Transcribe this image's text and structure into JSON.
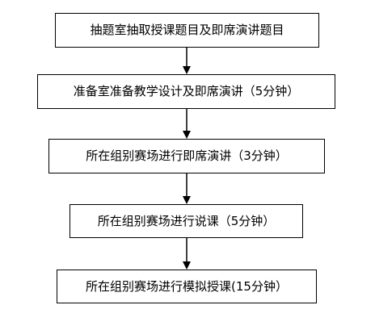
{
  "flowchart": {
    "steps": [
      {
        "label": "抽题室抽取授课题目及即席演讲题目"
      },
      {
        "label": "准备室准备教学设计及即席演讲（5分钟）"
      },
      {
        "label": "所在组别赛场进行即席演讲（3分钟）"
      },
      {
        "label": "所在组别赛场进行说课（5分钟）"
      },
      {
        "label": "所在组别赛场进行模拟授课(15分钟）"
      }
    ]
  },
  "colors": {
    "line": "#000000",
    "box_fill": "#ffffff"
  }
}
